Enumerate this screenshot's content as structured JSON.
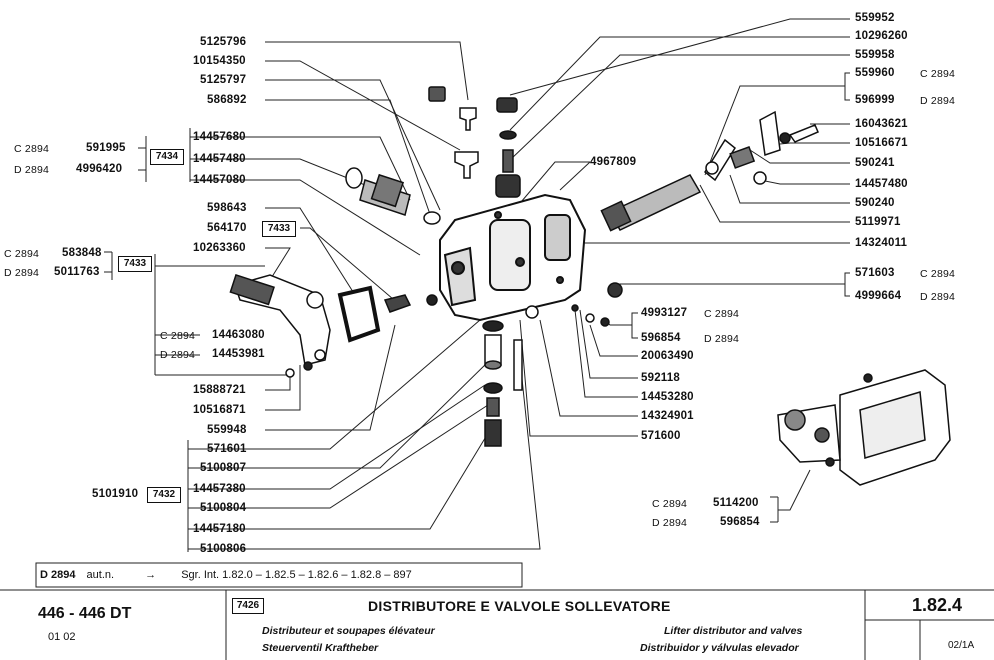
{
  "top_right_parts": [
    "559952",
    "10296260",
    "559958"
  ],
  "top_left_parts": [
    "5125796",
    "10154350",
    "5125797",
    "586892"
  ],
  "group_7434": {
    "ref": "7434",
    "parts": [
      "14457680",
      "14457480",
      "14457080"
    ],
    "variants": [
      {
        "model": "C 2894",
        "part": "591995"
      },
      {
        "model": "D 2894",
        "part": "4996420"
      }
    ]
  },
  "mid_left_parts": [
    "598643",
    "564170"
  ],
  "ref_7433_small": "7433",
  "group_7433": {
    "ref": "7433",
    "part": "10263360",
    "variants": [
      {
        "model": "C 2894",
        "part": "583848"
      },
      {
        "model": "D 2894",
        "part": "5011763"
      }
    ],
    "sub_variants": [
      {
        "model": "C 2894",
        "part": "14463080"
      },
      {
        "model": "D 2894",
        "part": "14453981"
      }
    ]
  },
  "lower_left_parts": [
    "15888721",
    "10516871",
    "559948"
  ],
  "group_7432": {
    "ref": "7432",
    "assembly": "5101910",
    "parts": [
      "571601",
      "5100807",
      "14457380",
      "5100804",
      "14457180",
      "5100806"
    ]
  },
  "center_part": "4967809",
  "right_parts_variant_top": [
    {
      "part": "559960",
      "model": "C 2894"
    },
    {
      "part": "596999",
      "model": "D 2894"
    }
  ],
  "right_parts": [
    "16043621",
    "10516671",
    "590241",
    "14457480",
    "590240",
    "5119971",
    "14324011"
  ],
  "right_parts_variant_mid": [
    {
      "part": "571603",
      "model": "C 2894"
    },
    {
      "part": "4999664",
      "model": "D 2894"
    }
  ],
  "right_parts_variant_low": [
    {
      "part": "4993127",
      "model": "C 2894"
    },
    {
      "part": "596854",
      "model": "D 2894"
    }
  ],
  "lower_center_parts": [
    "20063490",
    "592118",
    "14453280",
    "14324901",
    "571600"
  ],
  "assembly_variants": [
    {
      "model": "C 2894",
      "part": "5114200"
    },
    {
      "model": "D 2894",
      "part": "596854"
    }
  ],
  "note": {
    "model": "D 2894",
    "text": "aut.n.",
    "arrow": "→",
    "ref": "Sgr. Int. 1.82.0 – 1.82.5 – 1.82.6 – 1.82.8 – 897"
  },
  "footer": {
    "model": "446 - 446 DT",
    "sub": "01   02",
    "ref_box": "7426",
    "title": "DISTRIBUTORE E VALVOLE SOLLEVATORE",
    "fr": "Distributeur et soupapes élévateur",
    "de": "Steuerventil Kraftheber",
    "en": "Lifter distributor and valves",
    "es": "Distribuidor y válvulas elevador",
    "page": "1.82.4",
    "rev": "02/1A"
  }
}
